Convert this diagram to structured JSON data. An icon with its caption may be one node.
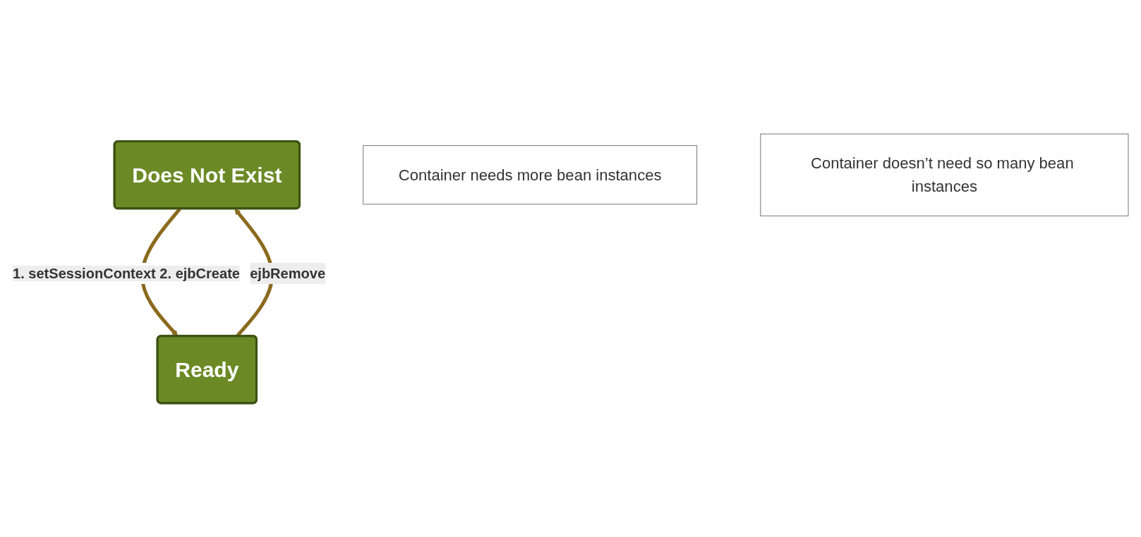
{
  "diagram": {
    "nodes": [
      {
        "text": [
          "Does Not Exist"
        ]
      },
      {
        "text": [
          "Container needs more bean instances"
        ]
      },
      {
        "text": [
          "Ready"
        ]
      },
      {
        "text": [
          "Container doesn’t need so many bean instances"
        ]
      }
    ],
    "edges": [
      {
        "from": 0,
        "to": 2,
        "arrow": "to",
        "label": "1. setSessionContext 2. ejbCreate"
      },
      {
        "from": 2,
        "to": 0,
        "arrow": "to",
        "label": "ejbRemove"
      }
    ]
  }
}
